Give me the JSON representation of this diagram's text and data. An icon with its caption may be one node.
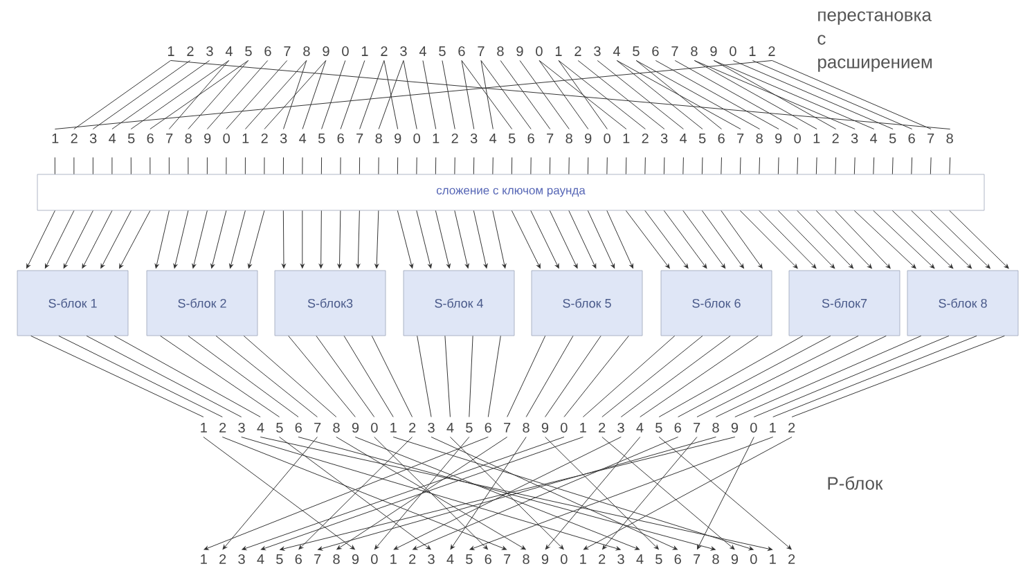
{
  "diagram": {
    "nodes": [
      {
        "text": [
          "1 2 3 4 5 6 7 8 9 0 1 2 3 4 5 6 7 8 9 0 1 2 3 4 5 6 7 8 9 0 1 2"
        ]
      },
      {
        "text": [
          "1 2 3 4 5 6 7 8 9 0 1 2 3 4 5 6 7 8 9 0 1 2 3 4 5 6 7 8 9 0 1 2 3 4 5 6 7 8 9 0 1 2 3 4 5 6 7 8"
        ]
      },
      {
        "text": [
          "сложение с ключом раунда"
        ]
      },
      {
        "text": [
          "S-блок 1"
        ]
      },
      {
        "text": [
          "S-блок 2"
        ]
      },
      {
        "text": [
          "S-блок3"
        ]
      },
      {
        "text": [
          "S-блок 4"
        ]
      },
      {
        "text": [
          "S-блок 5"
        ]
      },
      {
        "text": [
          "S-блок 6"
        ]
      },
      {
        "text": [
          "S-блок7"
        ]
      },
      {
        "text": [
          "S-блок 8"
        ]
      },
      {
        "text": [
          "1 2 3 4 5 6 7 8 9 0 1 2 3 4 5 6 7 8 9 0 1 2 3 4 5 6 7 8 9 0 1 2"
        ]
      },
      {
        "text": [
          "1 2 3 4 5 6 7 8 9 0 1 2 3 4 5 6 7 8 9 0 1 2 3 4 5 6 7 8 9 0 1 2"
        ]
      }
    ],
    "edges": [
      {
        "from": 0,
        "to": 1,
        "arrow": "none"
      },
      {
        "from": 0,
        "to": 1,
        "arrow": "none"
      },
      {
        "from": 0,
        "to": 1,
        "arrow": "none"
      },
      {
        "from": 0,
        "to": 1,
        "arrow": "none"
      },
      {
        "from": 0,
        "to": 1,
        "arrow": "none"
      },
      {
        "from": 0,
        "to": 1,
        "arrow": "none"
      },
      {
        "from": 0,
        "to": 1,
        "arrow": "none"
      },
      {
        "from": 0,
        "to": 1,
        "arrow": "none"
      },
      {
        "from": 0,
        "to": 1,
        "arrow": "none"
      },
      {
        "from": 0,
        "to": 1,
        "arrow": "none"
      },
      {
        "from": 0,
        "to": 1,
        "arrow": "none"
      },
      {
        "from": 0,
        "to": 1,
        "arrow": "none"
      },
      {
        "from": 0,
        "to": 1,
        "arrow": "none"
      },
      {
        "from": 0,
        "to": 1,
        "arrow": "none"
      },
      {
        "from": 0,
        "to": 1,
        "arrow": "none"
      },
      {
        "from": 0,
        "to": 1,
        "arrow": "none"
      },
      {
        "from": 0,
        "to": 1,
        "arrow": "none"
      },
      {
        "from": 0,
        "to": 1,
        "arrow": "none"
      },
      {
        "from": 0,
        "to": 1,
        "arrow": "none"
      },
      {
        "from": 0,
        "to": 1,
        "arrow": "none"
      },
      {
        "from": 0,
        "to": 1,
        "arrow": "none"
      },
      {
        "from": 0,
        "to": 1,
        "arrow": "none"
      },
      {
        "from": 0,
        "to": 1,
        "arrow": "none"
      },
      {
        "from": 0,
        "to": 1,
        "arrow": "none"
      },
      {
        "from": 0,
        "to": 1,
        "arrow": "none"
      },
      {
        "from": 0,
        "to": 1,
        "arrow": "none"
      },
      {
        "from": 0,
        "to": 1,
        "arrow": "none"
      },
      {
        "from": 0,
        "to": 1,
        "arrow": "none"
      },
      {
        "from": 0,
        "to": 1,
        "arrow": "none"
      },
      {
        "from": 0,
        "to": 1,
        "arrow": "none"
      },
      {
        "from": 0,
        "to": 1,
        "arrow": "none"
      },
      {
        "from": 0,
        "to": 1,
        "arrow": "none"
      },
      {
        "from": 0,
        "to": 1,
        "arrow": "none"
      },
      {
        "from": 0,
        "to": 1,
        "arrow": "none"
      },
      {
        "from": 0,
        "to": 1,
        "arrow": "none"
      },
      {
        "from": 0,
        "to": 1,
        "arrow": "none"
      },
      {
        "from": 0,
        "to": 1,
        "arrow": "none"
      },
      {
        "from": 0,
        "to": 1,
        "arrow": "none"
      },
      {
        "from": 0,
        "to": 1,
        "arrow": "none"
      },
      {
        "from": 0,
        "to": 1,
        "arrow": "none"
      },
      {
        "from": 0,
        "to": 1,
        "arrow": "none"
      },
      {
        "from": 0,
        "to": 1,
        "arrow": "none"
      },
      {
        "from": 0,
        "to": 1,
        "arrow": "none"
      },
      {
        "from": 0,
        "to": 1,
        "arrow": "none"
      },
      {
        "from": 0,
        "to": 1,
        "arrow": "none"
      },
      {
        "from": 0,
        "to": 1,
        "arrow": "none"
      },
      {
        "from": 0,
        "to": 1,
        "arrow": "none"
      },
      {
        "from": 0,
        "to": 1,
        "arrow": "none"
      },
      {
        "from": 1,
        "to": 2,
        "arrow": "none"
      },
      {
        "from": 1,
        "to": 2,
        "arrow": "none"
      },
      {
        "from": 1,
        "to": 2,
        "arrow": "none"
      },
      {
        "from": 1,
        "to": 2,
        "arrow": "none"
      },
      {
        "from": 1,
        "to": 2,
        "arrow": "none"
      },
      {
        "from": 1,
        "to": 2,
        "arrow": "none"
      },
      {
        "from": 1,
        "to": 2,
        "arrow": "none"
      },
      {
        "from": 1,
        "to": 2,
        "arrow": "none"
      },
      {
        "from": 1,
        "to": 2,
        "arrow": "none"
      },
      {
        "from": 1,
        "to": 2,
        "arrow": "none"
      },
      {
        "from": 1,
        "to": 2,
        "arrow": "none"
      },
      {
        "from": 1,
        "to": 2,
        "arrow": "none"
      },
      {
        "from": 1,
        "to": 2,
        "arrow": "none"
      },
      {
        "from": 1,
        "to": 2,
        "arrow": "none"
      },
      {
        "from": 1,
        "to": 2,
        "arrow": "none"
      },
      {
        "from": 1,
        "to": 2,
        "arrow": "none"
      },
      {
        "from": 1,
        "to": 2,
        "arrow": "none"
      },
      {
        "from": 1,
        "to": 2,
        "arrow": "none"
      },
      {
        "from": 1,
        "to": 2,
        "arrow": "none"
      },
      {
        "from": 1,
        "to": 2,
        "arrow": "none"
      },
      {
        "from": 1,
        "to": 2,
        "arrow": "none"
      },
      {
        "from": 1,
        "to": 2,
        "arrow": "none"
      },
      {
        "from": 1,
        "to": 2,
        "arrow": "none"
      },
      {
        "from": 1,
        "to": 2,
        "arrow": "none"
      },
      {
        "from": 1,
        "to": 2,
        "arrow": "none"
      },
      {
        "from": 1,
        "to": 2,
        "arrow": "none"
      },
      {
        "from": 1,
        "to": 2,
        "arrow": "none"
      },
      {
        "from": 1,
        "to": 2,
        "arrow": "none"
      },
      {
        "from": 1,
        "to": 2,
        "arrow": "none"
      },
      {
        "from": 1,
        "to": 2,
        "arrow": "none"
      },
      {
        "from": 1,
        "to": 2,
        "arrow": "none"
      },
      {
        "from": 1,
        "to": 2,
        "arrow": "none"
      },
      {
        "from": 1,
        "to": 2,
        "arrow": "none"
      },
      {
        "from": 1,
        "to": 2,
        "arrow": "none"
      },
      {
        "from": 1,
        "to": 2,
        "arrow": "none"
      },
      {
        "from": 1,
        "to": 2,
        "arrow": "none"
      },
      {
        "from": 1,
        "to": 2,
        "arrow": "none"
      },
      {
        "from": 1,
        "to": 2,
        "arrow": "none"
      },
      {
        "from": 1,
        "to": 2,
        "arrow": "none"
      },
      {
        "from": 1,
        "to": 2,
        "arrow": "none"
      },
      {
        "from": 1,
        "to": 2,
        "arrow": "none"
      },
      {
        "from": 1,
        "to": 2,
        "arrow": "none"
      },
      {
        "from": 1,
        "to": 2,
        "arrow": "none"
      },
      {
        "from": 1,
        "to": 2,
        "arrow": "none"
      },
      {
        "from": 1,
        "to": 2,
        "arrow": "none"
      },
      {
        "from": 1,
        "to": 2,
        "arrow": "none"
      },
      {
        "from": 1,
        "to": 2,
        "arrow": "none"
      },
      {
        "from": 1,
        "to": 2,
        "arrow": "none"
      },
      {
        "from": 2,
        "to": 3,
        "arrow": "to"
      },
      {
        "from": 2,
        "to": 3,
        "arrow": "to"
      },
      {
        "from": 2,
        "to": 3,
        "arrow": "to"
      },
      {
        "from": 2,
        "to": 3,
        "arrow": "to"
      },
      {
        "from": 2,
        "to": 3,
        "arrow": "to"
      },
      {
        "from": 2,
        "to": 3,
        "arrow": "to"
      },
      {
        "from": 2,
        "to": 4,
        "arrow": "to"
      },
      {
        "from": 2,
        "to": 4,
        "arrow": "to"
      },
      {
        "from": 2,
        "to": 4,
        "arrow": "to"
      },
      {
        "from": 2,
        "to": 4,
        "arrow": "to"
      },
      {
        "from": 2,
        "to": 4,
        "arrow": "to"
      },
      {
        "from": 2,
        "to": 4,
        "arrow": "to"
      },
      {
        "from": 2,
        "to": 5,
        "arrow": "to"
      },
      {
        "from": 2,
        "to": 5,
        "arrow": "to"
      },
      {
        "from": 2,
        "to": 5,
        "arrow": "to"
      },
      {
        "from": 2,
        "to": 5,
        "arrow": "to"
      },
      {
        "from": 2,
        "to": 5,
        "arrow": "to"
      },
      {
        "from": 2,
        "to": 5,
        "arrow": "to"
      },
      {
        "from": 2,
        "to": 6,
        "arrow": "to"
      },
      {
        "from": 2,
        "to": 6,
        "arrow": "to"
      },
      {
        "from": 2,
        "to": 6,
        "arrow": "to"
      },
      {
        "from": 2,
        "to": 6,
        "arrow": "to"
      },
      {
        "from": 2,
        "to": 6,
        "arrow": "to"
      },
      {
        "from": 2,
        "to": 6,
        "arrow": "to"
      },
      {
        "from": 2,
        "to": 7,
        "arrow": "to"
      },
      {
        "from": 2,
        "to": 7,
        "arrow": "to"
      },
      {
        "from": 2,
        "to": 7,
        "arrow": "to"
      },
      {
        "from": 2,
        "to": 7,
        "arrow": "to"
      },
      {
        "from": 2,
        "to": 7,
        "arrow": "to"
      },
      {
        "from": 2,
        "to": 7,
        "arrow": "to"
      },
      {
        "from": 2,
        "to": 8,
        "arrow": "to"
      },
      {
        "from": 2,
        "to": 8,
        "arrow": "to"
      },
      {
        "from": 2,
        "to": 8,
        "arrow": "to"
      },
      {
        "from": 2,
        "to": 8,
        "arrow": "to"
      },
      {
        "from": 2,
        "to": 8,
        "arrow": "to"
      },
      {
        "from": 2,
        "to": 8,
        "arrow": "to"
      },
      {
        "from": 2,
        "to": 9,
        "arrow": "to"
      },
      {
        "from": 2,
        "to": 9,
        "arrow": "to"
      },
      {
        "from": 2,
        "to": 9,
        "arrow": "to"
      },
      {
        "from": 2,
        "to": 9,
        "arrow": "to"
      },
      {
        "from": 2,
        "to": 9,
        "arrow": "to"
      },
      {
        "from": 2,
        "to": 9,
        "arrow": "to"
      },
      {
        "from": 2,
        "to": 10,
        "arrow": "to"
      },
      {
        "from": 2,
        "to": 10,
        "arrow": "to"
      },
      {
        "from": 2,
        "to": 10,
        "arrow": "to"
      },
      {
        "from": 2,
        "to": 10,
        "arrow": "to"
      },
      {
        "from": 2,
        "to": 10,
        "arrow": "to"
      },
      {
        "from": 2,
        "to": 10,
        "arrow": "to"
      },
      {
        "from": 3,
        "to": 11,
        "arrow": "none"
      },
      {
        "from": 3,
        "to": 11,
        "arrow": "none"
      },
      {
        "from": 3,
        "to": 11,
        "arrow": "none"
      },
      {
        "from": 3,
        "to": 11,
        "arrow": "none"
      },
      {
        "from": 4,
        "to": 11,
        "arrow": "none"
      },
      {
        "from": 4,
        "to": 11,
        "arrow": "none"
      },
      {
        "from": 4,
        "to": 11,
        "arrow": "none"
      },
      {
        "from": 4,
        "to": 11,
        "arrow": "none"
      },
      {
        "from": 5,
        "to": 11,
        "arrow": "none"
      },
      {
        "from": 5,
        "to": 11,
        "arrow": "none"
      },
      {
        "from": 5,
        "to": 11,
        "arrow": "none"
      },
      {
        "from": 5,
        "to": 11,
        "arrow": "none"
      },
      {
        "from": 6,
        "to": 11,
        "arrow": "none"
      },
      {
        "from": 6,
        "to": 11,
        "arrow": "none"
      },
      {
        "from": 6,
        "to": 11,
        "arrow": "none"
      },
      {
        "from": 6,
        "to": 11,
        "arrow": "none"
      },
      {
        "from": 7,
        "to": 11,
        "arrow": "none"
      },
      {
        "from": 7,
        "to": 11,
        "arrow": "none"
      },
      {
        "from": 7,
        "to": 11,
        "arrow": "none"
      },
      {
        "from": 7,
        "to": 11,
        "arrow": "none"
      },
      {
        "from": 8,
        "to": 11,
        "arrow": "none"
      },
      {
        "from": 8,
        "to": 11,
        "arrow": "none"
      },
      {
        "from": 8,
        "to": 11,
        "arrow": "none"
      },
      {
        "from": 8,
        "to": 11,
        "arrow": "none"
      },
      {
        "from": 9,
        "to": 11,
        "arrow": "none"
      },
      {
        "from": 9,
        "to": 11,
        "arrow": "none"
      },
      {
        "from": 9,
        "to": 11,
        "arrow": "none"
      },
      {
        "from": 9,
        "to": 11,
        "arrow": "none"
      },
      {
        "from": 10,
        "to": 11,
        "arrow": "none"
      },
      {
        "from": 10,
        "to": 11,
        "arrow": "none"
      },
      {
        "from": 10,
        "to": 11,
        "arrow": "none"
      },
      {
        "from": 10,
        "to": 11,
        "arrow": "none"
      },
      {
        "from": 11,
        "to": 12,
        "arrow": "to"
      },
      {
        "from": 11,
        "to": 12,
        "arrow": "to"
      },
      {
        "from": 11,
        "to": 12,
        "arrow": "to"
      },
      {
        "from": 11,
        "to": 12,
        "arrow": "to"
      },
      {
        "from": 11,
        "to": 12,
        "arrow": "to"
      },
      {
        "from": 11,
        "to": 12,
        "arrow": "to"
      },
      {
        "from": 11,
        "to": 12,
        "arrow": "to"
      },
      {
        "from": 11,
        "to": 12,
        "arrow": "to"
      },
      {
        "from": 11,
        "to": 12,
        "arrow": "to"
      },
      {
        "from": 11,
        "to": 12,
        "arrow": "to"
      },
      {
        "from": 11,
        "to": 12,
        "arrow": "to"
      },
      {
        "from": 11,
        "to": 12,
        "arrow": "to"
      },
      {
        "from": 11,
        "to": 12,
        "arrow": "to"
      },
      {
        "from": 11,
        "to": 12,
        "arrow": "to"
      },
      {
        "from": 11,
        "to": 12,
        "arrow": "to"
      },
      {
        "from": 11,
        "to": 12,
        "arrow": "to"
      },
      {
        "from": 11,
        "to": 12,
        "arrow": "to"
      },
      {
        "from": 11,
        "to": 12,
        "arrow": "to"
      },
      {
        "from": 11,
        "to": 12,
        "arrow": "to"
      },
      {
        "from": 11,
        "to": 12,
        "arrow": "to"
      },
      {
        "from": 11,
        "to": 12,
        "arrow": "to"
      },
      {
        "from": 11,
        "to": 12,
        "arrow": "to"
      },
      {
        "from": 11,
        "to": 12,
        "arrow": "to"
      },
      {
        "from": 11,
        "to": 12,
        "arrow": "to"
      },
      {
        "from": 11,
        "to": 12,
        "arrow": "to"
      },
      {
        "from": 11,
        "to": 12,
        "arrow": "to"
      },
      {
        "from": 11,
        "to": 12,
        "arrow": "to"
      },
      {
        "from": 11,
        "to": 12,
        "arrow": "to"
      },
      {
        "from": 11,
        "to": 12,
        "arrow": "to"
      },
      {
        "from": 11,
        "to": 12,
        "arrow": "to"
      },
      {
        "from": 11,
        "to": 12,
        "arrow": "to"
      },
      {
        "from": 11,
        "to": 12,
        "arrow": "to"
      }
    ],
    "labels": [
      "перестановка с расширением",
      "P-блок"
    ]
  }
}
